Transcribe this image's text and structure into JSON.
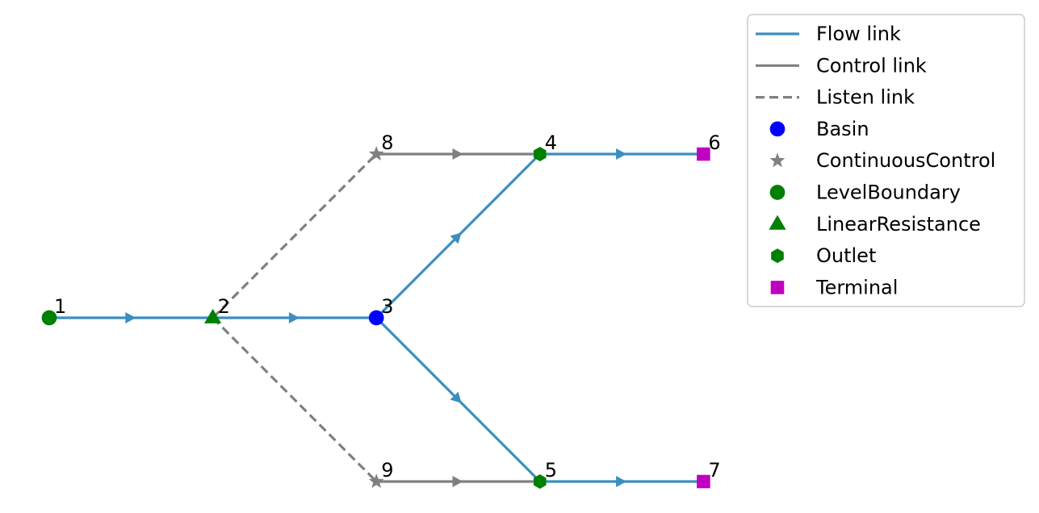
{
  "colors": {
    "flow": "#3a8fc0",
    "control": "#808080",
    "listen": "#808080",
    "basin": "#0000ff",
    "continuous_control": "#808080",
    "level_boundary": "#008000",
    "linear_resistance": "#008000",
    "outlet": "#008000",
    "terminal": "#c000c0"
  },
  "nodes": [
    {
      "id": "1",
      "type": "LevelBoundary",
      "shape": "circle",
      "col": 0,
      "row": 0
    },
    {
      "id": "2",
      "type": "LinearResistance",
      "shape": "triangle",
      "col": 1,
      "row": 0
    },
    {
      "id": "3",
      "type": "Basin",
      "shape": "circle",
      "col": 2,
      "row": 0
    },
    {
      "id": "4",
      "type": "Outlet",
      "shape": "hexagon",
      "col": 3,
      "row": 1
    },
    {
      "id": "5",
      "type": "Outlet",
      "shape": "hexagon",
      "col": 3,
      "row": -1
    },
    {
      "id": "6",
      "type": "Terminal",
      "shape": "square",
      "col": 4,
      "row": 1
    },
    {
      "id": "7",
      "type": "Terminal",
      "shape": "square",
      "col": 4,
      "row": -1
    },
    {
      "id": "8",
      "type": "ContinuousControl",
      "shape": "star",
      "col": 2,
      "row": 1
    },
    {
      "id": "9",
      "type": "ContinuousControl",
      "shape": "star",
      "col": 2,
      "row": -1
    }
  ],
  "links": [
    {
      "from": "1",
      "to": "2",
      "kind": "flow"
    },
    {
      "from": "2",
      "to": "3",
      "kind": "flow"
    },
    {
      "from": "3",
      "to": "4",
      "kind": "flow"
    },
    {
      "from": "3",
      "to": "5",
      "kind": "flow"
    },
    {
      "from": "4",
      "to": "6",
      "kind": "flow"
    },
    {
      "from": "5",
      "to": "7",
      "kind": "flow"
    },
    {
      "from": "8",
      "to": "4",
      "kind": "control"
    },
    {
      "from": "9",
      "to": "5",
      "kind": "control"
    },
    {
      "from": "2",
      "to": "8",
      "kind": "listen"
    },
    {
      "from": "2",
      "to": "9",
      "kind": "listen"
    }
  ],
  "legend": {
    "items": [
      {
        "label": "Flow link",
        "kind": "line",
        "style": "flow"
      },
      {
        "label": "Control link",
        "kind": "line",
        "style": "control"
      },
      {
        "label": "Listen link",
        "kind": "line",
        "style": "listen"
      },
      {
        "label": "Basin",
        "kind": "marker",
        "shape": "circle",
        "style": "basin"
      },
      {
        "label": "ContinuousControl",
        "kind": "marker",
        "shape": "star",
        "style": "continuous_control"
      },
      {
        "label": "LevelBoundary",
        "kind": "marker",
        "shape": "circle",
        "style": "level_boundary"
      },
      {
        "label": "LinearResistance",
        "kind": "marker",
        "shape": "triangle",
        "style": "linear_resistance"
      },
      {
        "label": "Outlet",
        "kind": "marker",
        "shape": "hexagon",
        "style": "outlet"
      },
      {
        "label": "Terminal",
        "kind": "marker",
        "shape": "square",
        "style": "terminal"
      }
    ]
  }
}
